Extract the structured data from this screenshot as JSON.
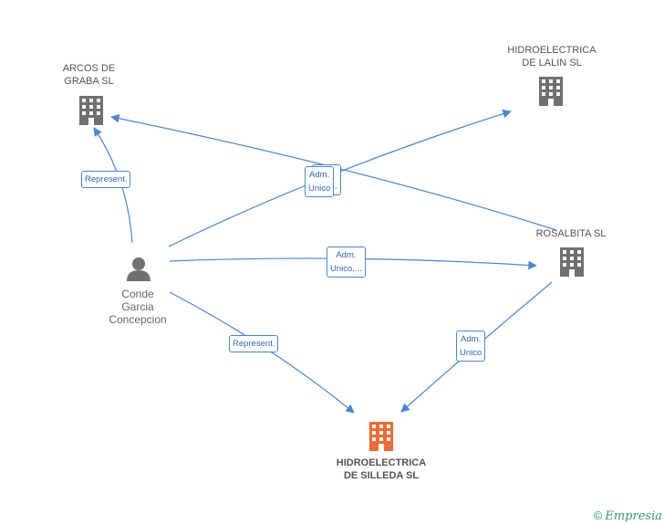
{
  "nodes": {
    "arcos": {
      "name_line1": "ARCOS DE",
      "name_line2": "GRABA SL"
    },
    "lalin": {
      "name_line1": "HIDROELECTRICA",
      "name_line2": "DE LALIN SL"
    },
    "rosalbita": {
      "name_line1": "ROSALBITA  SL"
    },
    "silleda": {
      "name_line1": "HIDROELECTRICA",
      "name_line2": "DE SILLEDA SL"
    },
    "person": {
      "line1": "Conde",
      "line2": "Garcia",
      "line3": "Concepcion"
    }
  },
  "edges": {
    "person_arcos": "Represent.",
    "adm_unico_a_line1": "Adm.",
    "adm_unico_a_line2": "Unico",
    "adm_unico_b_line1": "Adm.",
    "adm_unico_b_line2": "Unico,...",
    "person_silleda": "Represent.",
    "rosalbita_silleda_line1": "Adm.",
    "rosalbita_silleda_line2": "Unico",
    "hidden_line1": "...",
    "hidden_line2": "...m..."
  },
  "colors": {
    "edge": "#4a86d6",
    "building": "#707070",
    "target_building": "#f06a35",
    "person": "#707070"
  },
  "footer": {
    "copyright": "©",
    "brand": "Empresia"
  }
}
